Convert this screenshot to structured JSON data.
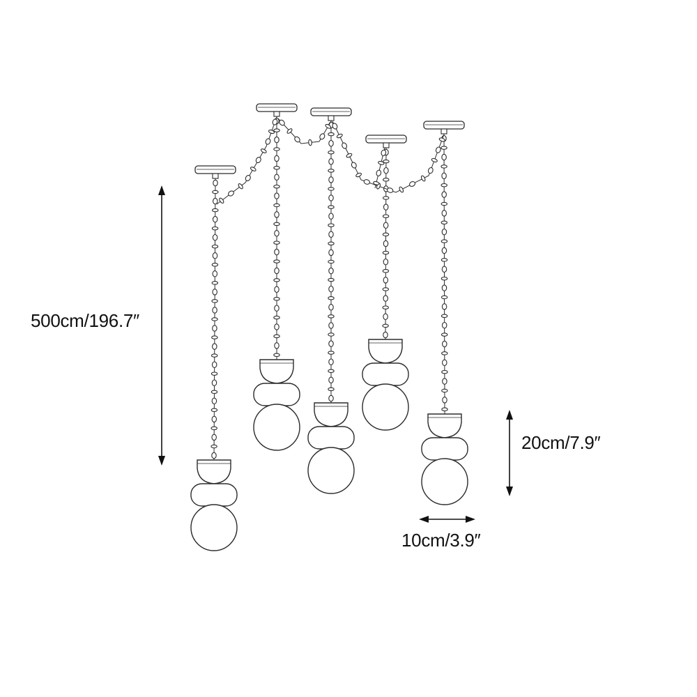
{
  "dimensions": {
    "cable_length": "500cm/196.7″",
    "shade_height": "20cm/7.9″",
    "shade_width": "10cm/3.9″"
  },
  "pendant_count": 5,
  "colors": {
    "line": "#2b2b2b",
    "background": "#ffffff"
  }
}
